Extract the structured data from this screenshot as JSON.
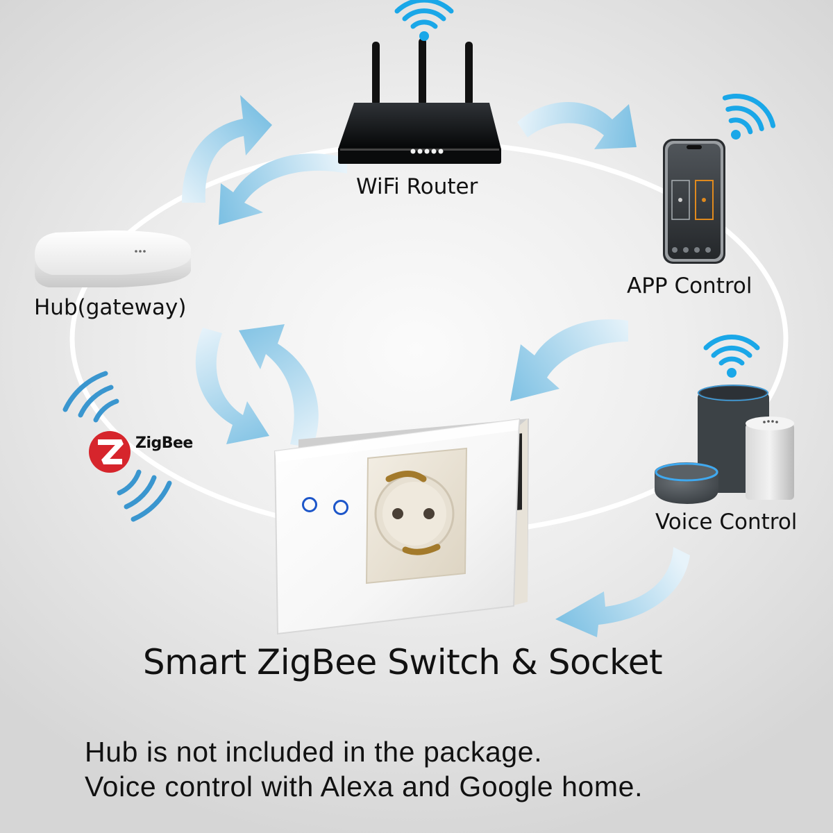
{
  "labels": {
    "router": "WiFi Router",
    "app": "APP Control",
    "hub": "Hub(gateway)",
    "voice": "Voice Control",
    "zigbee": "ZigBee"
  },
  "title": "Smart ZigBee Switch & Socket",
  "notes": [
    "Hub is not included in the package.",
    "Voice control with Alexa and Google home."
  ],
  "icons": {
    "router": "wifi-router-icon",
    "phone": "smartphone-icon",
    "hub": "zigbee-hub-icon",
    "speakers": "smart-speaker-icon",
    "wifi": "wifi-signal-icon",
    "zigbee": "zigbee-logo-icon",
    "switch": "touch-switch-socket-icon",
    "arrows": "flow-arrow-icon"
  },
  "colors": {
    "arrow_light": "#e7f3fa",
    "arrow_dark": "#7cc0e3",
    "wifi_blue": "#1aa7e8",
    "zigbee_red": "#d6252c",
    "loop_line": "#ffffff"
  }
}
